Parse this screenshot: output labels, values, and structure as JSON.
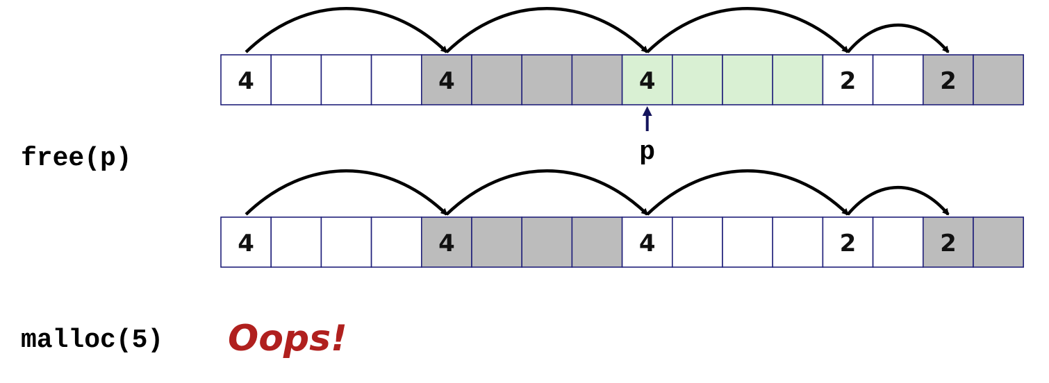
{
  "labels": {
    "free_call": "free(p)",
    "malloc_call": "malloc(5)",
    "oops": "Oops!",
    "pointer_name": "p"
  },
  "colors": {
    "cell_border": "#1f1f7a",
    "allocated": "#bcbcbc",
    "freed": "#d9f0d3",
    "free": "#ffffff",
    "arrow": "#000000",
    "pointer_arrow": "#14145c",
    "oops": "#b0201e"
  },
  "rows": [
    {
      "id": "before",
      "blocks": [
        {
          "size": 4,
          "state": "free"
        },
        {
          "size": 4,
          "state": "allocated"
        },
        {
          "size": 4,
          "state": "freed"
        },
        {
          "size": 2,
          "state": "free"
        },
        {
          "size": 2,
          "state": "allocated"
        }
      ],
      "pointer": {
        "block_index": 2,
        "label": "p"
      }
    },
    {
      "id": "after",
      "blocks": [
        {
          "size": 4,
          "state": "free"
        },
        {
          "size": 4,
          "state": "allocated"
        },
        {
          "size": 4,
          "state": "free"
        },
        {
          "size": 2,
          "state": "free"
        },
        {
          "size": 2,
          "state": "allocated"
        }
      ]
    }
  ]
}
